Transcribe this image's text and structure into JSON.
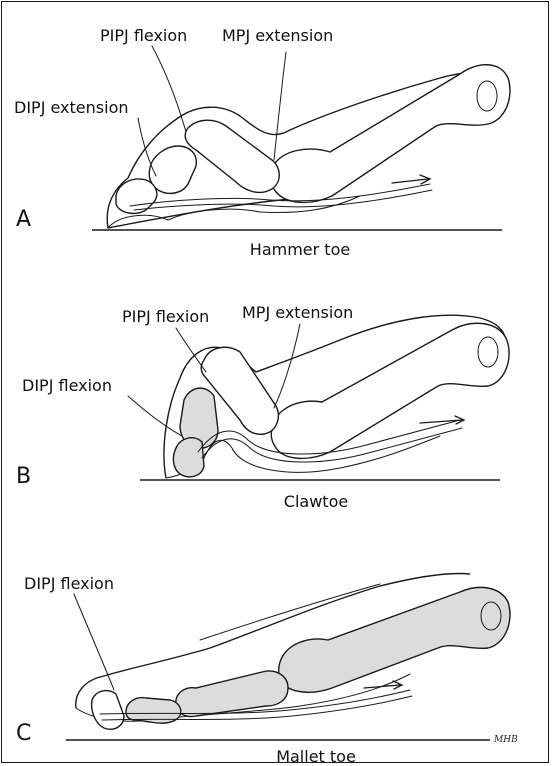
{
  "panels": [
    {
      "letter": "A",
      "caption": "Hammer toe",
      "labels": {
        "l1": "PIPJ flexion",
        "l2": "MPJ extension",
        "l3": "DIPJ extension"
      }
    },
    {
      "letter": "B",
      "caption": "Clawtoe",
      "labels": {
        "l1": "PIPJ flexion",
        "l2": "MPJ extension",
        "l3": "DIPJ flexion"
      }
    },
    {
      "letter": "C",
      "caption": "Mallet toe",
      "labels": {
        "l1": "DIPJ flexion"
      }
    }
  ],
  "signature": "MHB",
  "colors": {
    "ink": "#1a1a1a",
    "bone_shade": "#dcdcdc",
    "background": "#ffffff"
  }
}
